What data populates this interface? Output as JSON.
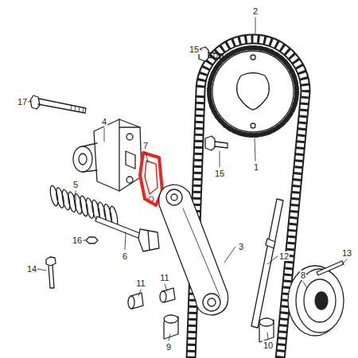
{
  "diagram": {
    "labels": [
      "1",
      "2",
      "3",
      "4",
      "5",
      "6",
      "7",
      "8",
      "9",
      "10",
      "11",
      "11",
      "12",
      "13",
      "14",
      "15",
      "15",
      "16",
      "17"
    ]
  }
}
